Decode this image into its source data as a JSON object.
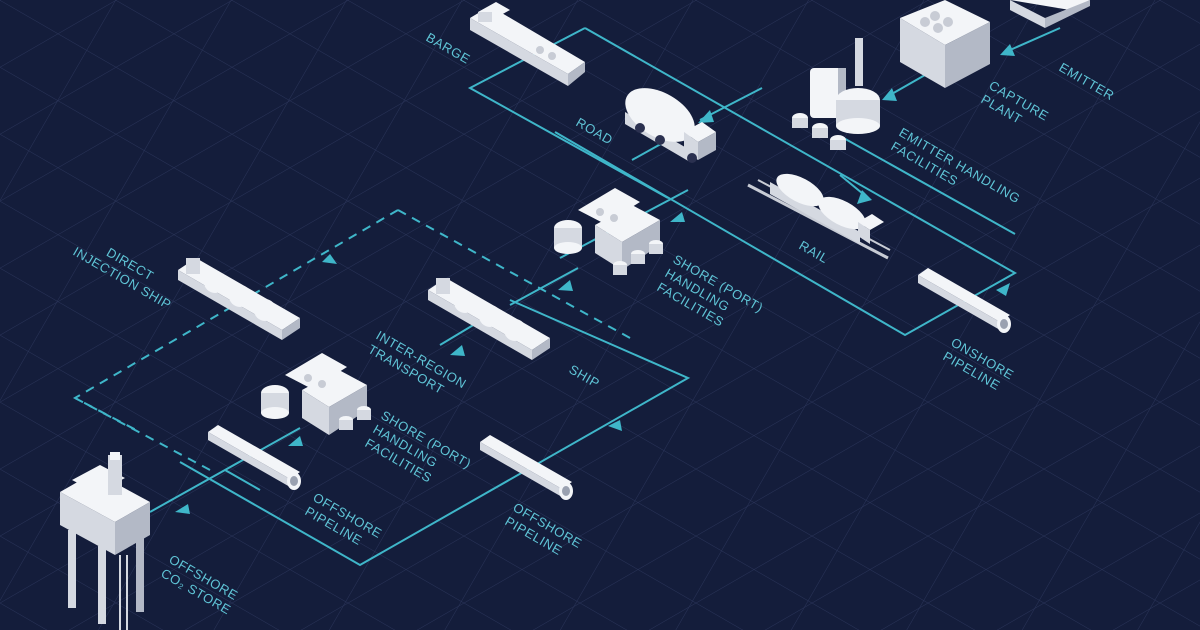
{
  "labels": {
    "emitter": "EMITTER",
    "capture_1": "CAPTURE",
    "capture_2": "PLANT",
    "barge": "BARGE",
    "road": "ROAD",
    "emitter_handling_1": "EMITTER HANDLING",
    "emitter_handling_2": "FACILITIES",
    "rail": "RAIL",
    "onshore_pipeline_1": "ONSHORE",
    "onshore_pipeline_2": "PIPELINE",
    "shore_upper_1": "SHORE (PORT)",
    "shore_upper_2": "HANDLING",
    "shore_upper_3": "FACILITIES",
    "direct_injection_1": "DIRECT",
    "direct_injection_2": "INJECTION SHIP",
    "inter_region_1": "INTER-REGION",
    "inter_region_2": "TRANSPORT",
    "ship": "SHIP",
    "shore_lower_1": "SHORE (PORT)",
    "shore_lower_2": "HANDLING",
    "shore_lower_3": "FACILITIES",
    "offshore_pipeline_a_1": "OFFSHORE",
    "offshore_pipeline_a_2": "PIPELINE",
    "offshore_pipeline_b_1": "OFFSHORE",
    "offshore_pipeline_b_2": "PIPELINE",
    "offshore_store_1": "OFFSHORE",
    "offshore_store_2": "CO₂ STORE"
  },
  "colors": {
    "background": "#141d3b",
    "grid": "#2a3459",
    "flow_line": "#3fb6c9",
    "label": "#5fc4d6",
    "object": "#f3f5f8"
  }
}
